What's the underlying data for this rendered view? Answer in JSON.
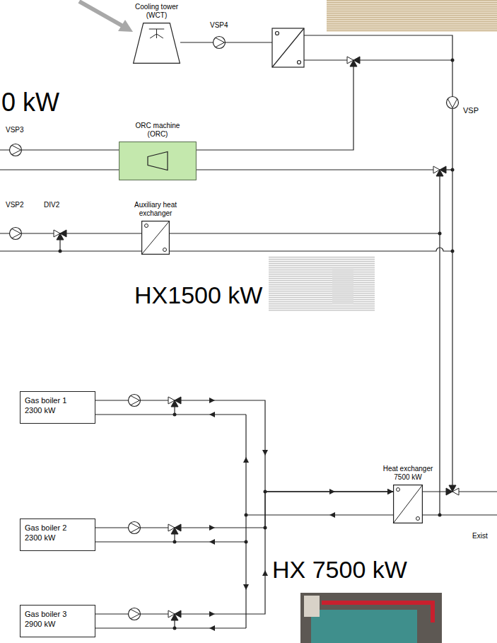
{
  "diagram": {
    "nodes": [
      {
        "text": [
          "Cooling tower (WCT)"
        ]
      },
      {
        "text": [
          "ORC machine (ORC)"
        ]
      },
      {
        "text": [
          "Auxiliary heat exchanger"
        ]
      },
      {
        "text": [
          "Gas boiler 1 2300 kW"
        ]
      },
      {
        "text": [
          "Heat exchanger 7500 kW"
        ]
      },
      {
        "text": [
          "Gas boiler 2 2300 kW"
        ]
      },
      {
        "text": [
          "Gas boiler 3 2900 kW"
        ]
      }
    ],
    "edges": [
      {
        "from": 3,
        "to": 4,
        "arrow": "to"
      },
      {
        "from": 5,
        "to": 4,
        "arrow": "to"
      },
      {
        "from": 6,
        "to": 4,
        "arrow": "to"
      }
    ],
    "labels": [
      "0 kW",
      "VSP4",
      "VSP3",
      "VSP2",
      "DIV2",
      "VSP",
      "HX1500 kW",
      "HX 7500 kW",
      "Exist"
    ]
  }
}
